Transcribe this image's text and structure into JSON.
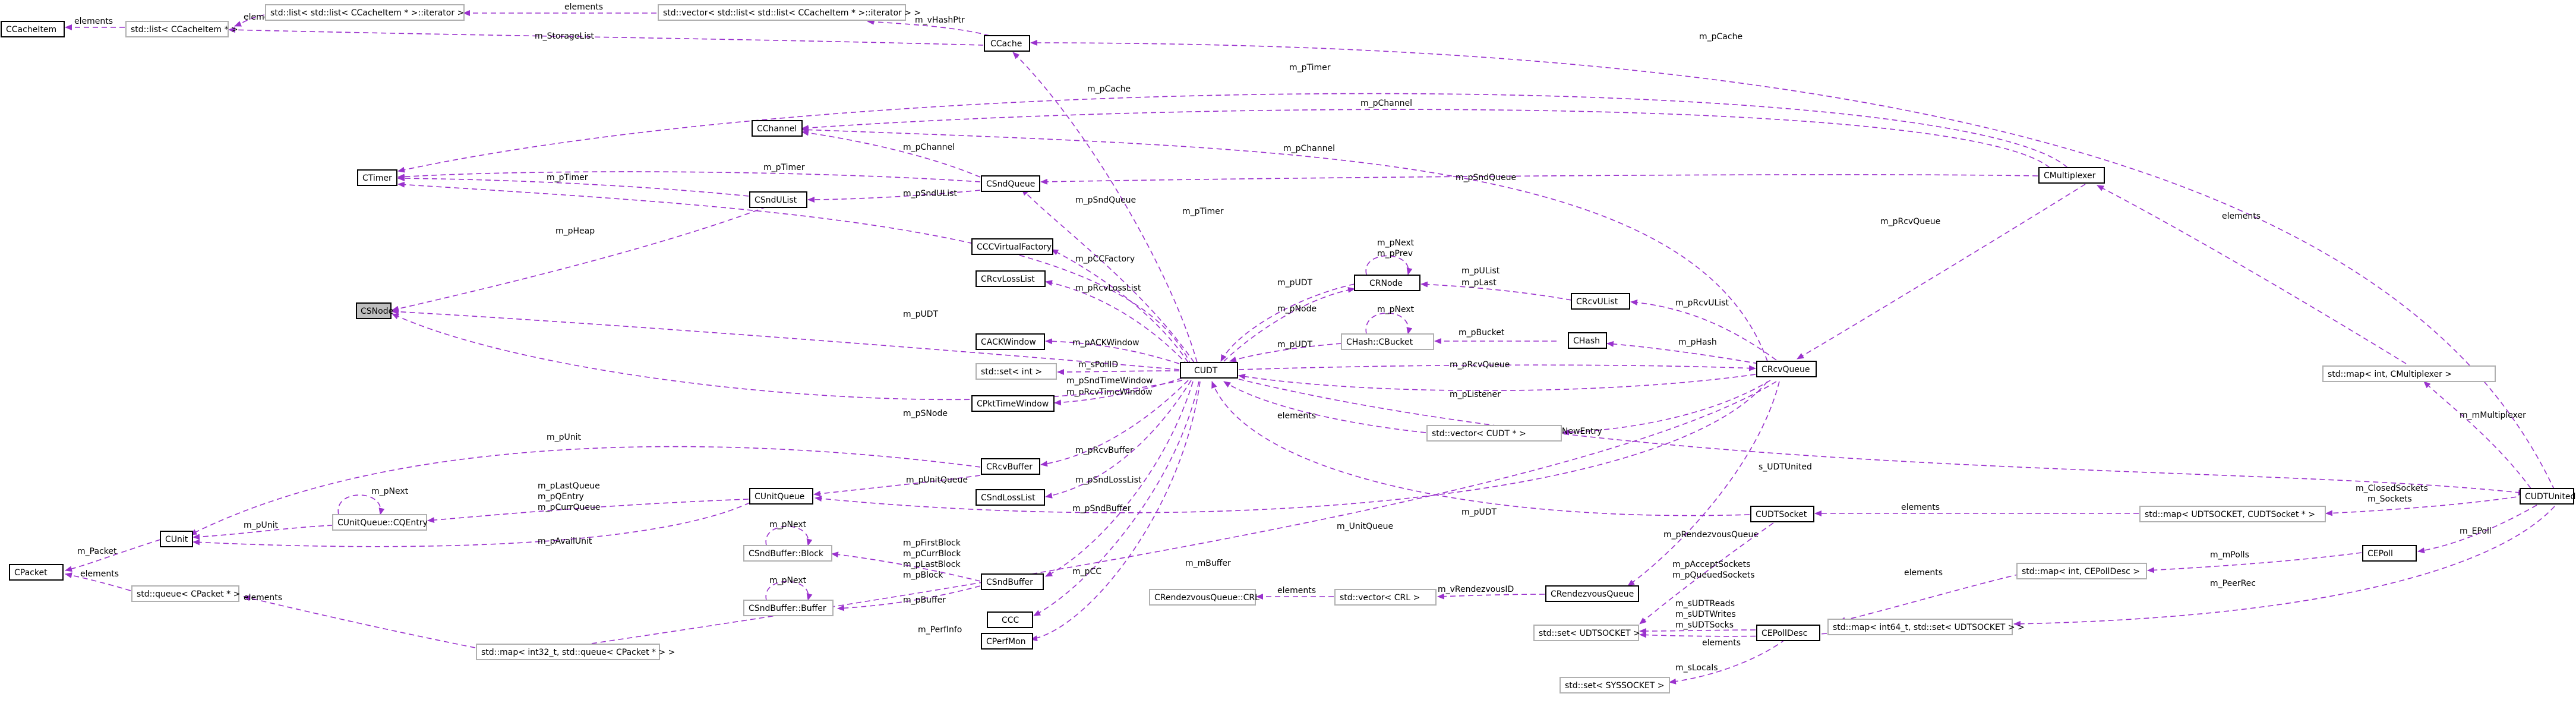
{
  "diagram": {
    "nodes": {
      "ccacheitem": "CCacheItem",
      "list_ccacheitem_ptr": "std::list< CCacheItem * >",
      "list_iterator": "std::list< std::list< CCacheItem * >::iterator >",
      "vector_list_iterator": "std::vector< std::list< std::list< CCacheItem * >::iterator > >",
      "ccache": "CCache",
      "cchannel": "CChannel",
      "ctimer": "CTimer",
      "csndqueue": "CSndQueue",
      "csndulist": "CSndUList",
      "cmultiplexer": "CMultiplexer",
      "ccc_virtual_factory": "CCCVirtualFactory",
      "crnode": "CRNode",
      "crcvlosslist": "CRcvLossList",
      "csnode": "CSNode",
      "crcvulist": "CRcvUList",
      "chash_cbucket": "CHash::CBucket",
      "chash": "CHash",
      "cackwindow": "CACKWindow",
      "cudt": "CUDT",
      "crcvqueue": "CRcvQueue",
      "set_int": "std::set< int >",
      "cpkttimewindow": "CPktTimeWindow",
      "vector_cudt_ptr": "std::vector< CUDT * >",
      "map_int_cmultiplexer": "std::map< int, CMultiplexer >",
      "crcvbuffer": "CRcvBuffer",
      "cunitqueue": "CUnitQueue",
      "cunitqueue_centry": "CUnitQueue::CQEntry",
      "cunit": "CUnit",
      "csndlosslist": "CSndLossList",
      "cudtsocket": "CUDTSocket",
      "map_udtsocket": "std::map< UDTSOCKET, CUDTSocket * >",
      "cudtunited": "CUDTUnited",
      "cpacket": "CPacket",
      "csndbuffer_block": "CSndBuffer::Block",
      "csndbuffer": "CSndBuffer",
      "cepoll": "CEPoll",
      "map_int_cepolldesc": "std::map< int, CEPollDesc >",
      "queue_cpacket_ptr": "std::queue< CPacket * >",
      "csndbuffer_buffer": "CSndBuffer::Buffer",
      "crendezvousqueue_crl": "CRendezvousQueue::CRL",
      "vector_crl": "std::vector< CRL >",
      "crendezvousqueue": "CRendezvousQueue",
      "ccc": "CCC",
      "set_udtsocket": "std::set< UDTSOCKET >",
      "cepolldesc": "CEPollDesc",
      "map_int64_set_udtsocket": "std::map< int64_t, std::set< UDTSOCKET > >",
      "cperfmon": "CPerfMon",
      "map_int32_queue": "std::map< int32_t, std::queue< CPacket * > >",
      "set_syssocket": "std::set< SYSSOCKET >"
    },
    "edges": {
      "elements_ccacheitem": "elements",
      "elements_list_iterator": "elements",
      "elements_vector": "elements",
      "m_pcache_ccache": "m_pCache",
      "m_vhashptr": "m_vHashPtr",
      "m_storagelist": "m_StorageList",
      "m_ptimer_top": "m_pTimer",
      "m_pchannel_mux": "m_pChannel",
      "m_pchannel_rcv": "m_pChannel",
      "m_pchannel_snd": "m_pChannel",
      "m_ptimer_sndqueue": "m_pTimer",
      "m_ptimer_sndulist": "m_pTimer",
      "m_psndqueue_mux": "m_pSndQueue",
      "m_psndulist": "m_pSndUList",
      "m_ptimer_cudt": "m_pTimer",
      "m_pheap": "m_pHeap",
      "m_psndqueue_cudt": "m_pSndQueue",
      "m_pccfactory": "m_pCCFactory",
      "m_pnext_rnode": "m_pNext",
      "m_pprev_rnode": "m_pPrev",
      "m_pulist": "m_pUList",
      "m_plast": "m_pLast",
      "m_prcvqueue_mux": "m_pRcvQueue",
      "m_pudt_rnode": "m_pUDT",
      "m_pnode": "m_pNode",
      "m_prcvlosslist": "m_pRcvLossList",
      "m_prcvulist": "m_pRcvUList",
      "m_pnext_bucket": "m_pNext",
      "m_pbucket": "m_pBucket",
      "m_pudt_bucket": "m_pUDT",
      "m_phash": "m_pHash",
      "m_pudt_csnode": "m_pUDT",
      "m_packwindow": "m_pACKWindow",
      "m_prcvqueue_cudt": "m_pRcvQueue",
      "m_pollid": "m_sPollID",
      "m_psndtimewindow": "m_pSndTimeWindow",
      "m_prcvtimewindow": "m_pRcvTimeWindow",
      "m_plistener": "m_pListener",
      "m_psnode": "m_pSNode",
      "elements_vector_cudt": "elements",
      "m_vnewentry": "m_vNewEntry",
      "elements_map_mux": "elements",
      "m_mmultiplexer": "m_mMultiplexer",
      "m_punit": "m_pUnit",
      "m_prcvbuffer": "m_pRcvBuffer",
      "m_punitqueue": "m_pUnitQueue",
      "m_plastqueue": "m_pLastQueue",
      "m_pqentry": "m_pQEntry",
      "m_pcurrqueue": "m_pCurrQueue",
      "m_pnext_centry": "m_pNext",
      "m_punit_centry": "m_pUnit",
      "m_pavailunit": "m_pAvailUnit",
      "m_psndlosslist": "m_pSndLossList",
      "m_unitqueue": "m_UnitQueue",
      "m_pudt_socket": "m_pUDT",
      "s_udtunited": "s_UDTUnited",
      "elements_map_udtsocket": "elements",
      "m_closedsockets": "m_ClosedSockets",
      "m_sockets": "m_Sockets",
      "m_packet": "m_Packet",
      "elements_queue": "elements",
      "m_pnext_block": "m_pNext",
      "m_pfirstblock": "m_pFirstBlock",
      "m_pcurrblock": "m_pCurrBlock",
      "m_plastblock": "m_pLastBlock",
      "m_pblock": "m_pBlock",
      "m_psndbuffer": "m_pSndBuffer",
      "m_mpolls": "m_mPolls",
      "m_epoll": "m_EPoll",
      "elements_map_polls": "elements",
      "m_pnext_buffer": "m_pNext",
      "m_pbuffer": "m_pBuffer",
      "m_mbuffer": "m_mBuffer",
      "elements_vector_crl": "elements",
      "m_vrendezvousid": "m_vRendezvousID",
      "m_prendezvousqueue": "m_pRendezvousQueue",
      "m_pcc": "m_pCC",
      "m_paccepts_ockets": "m_pAcceptSockets",
      "m_pqueuedsockets": "m_pQueuedSockets",
      "m_sudtreads": "m_sUDTReads",
      "m_sudtwrites": "m_sUDTWrites",
      "m_sudtsocks": "m_sUDTSocks",
      "elements_map_int64": "elements",
      "m_peerrec": "m_PeerRec",
      "m_perfinfo": "m_PerfInfo",
      "m_slocals": "m_sLocals",
      "elements_map_int32": "elements"
    }
  }
}
